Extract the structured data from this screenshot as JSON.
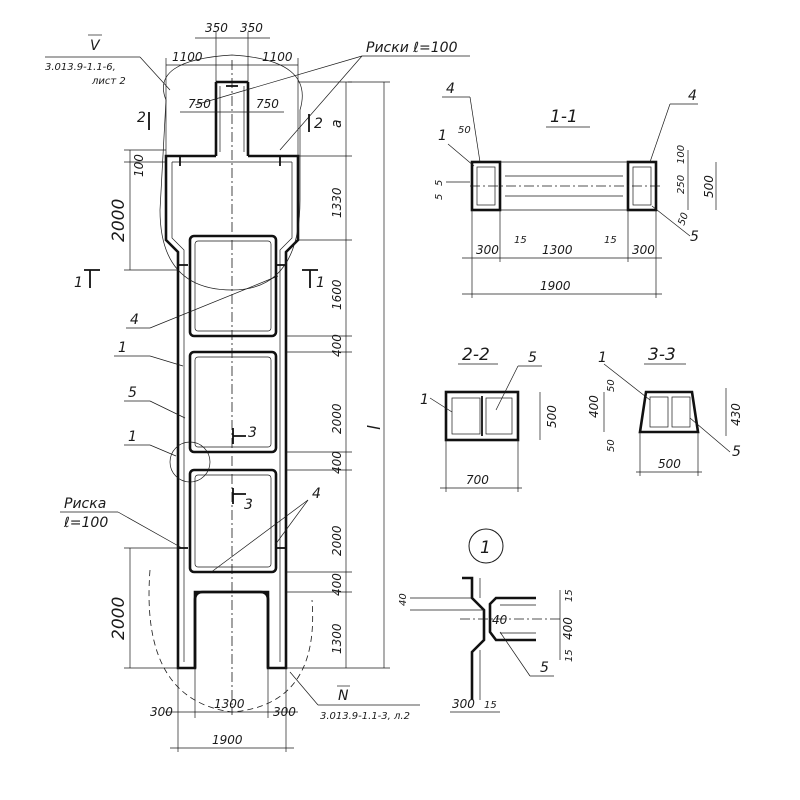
{
  "drawing": {
    "main": {
      "top_dims": [
        "350",
        "350",
        "1100",
        "1100",
        "750",
        "750"
      ],
      "right_dims": [
        "a",
        "1330",
        "1600",
        "400",
        "2000",
        "400",
        "2000",
        "400",
        "1300"
      ],
      "right_total": "l",
      "left_dims": [
        "100",
        "2000",
        "2000"
      ],
      "bottom_dims": [
        "300",
        "1300",
        "300",
        "1900"
      ],
      "ref_top": {
        "mark": "V",
        "doc": "3.013.9-1.1-6,",
        "sheet": "лист 2"
      },
      "ref_bottom": {
        "mark": "N",
        "doc": "3.013.9-1.1-3, л.2"
      },
      "riski_top": "Риски  ℓ=100",
      "riska_side_1": "Риска",
      "riska_side_2": "ℓ=100",
      "sec_2_left": "2",
      "sec_2_right": "2",
      "sec_1_left": "1",
      "sec_1_right": "1",
      "sec_3_a": "3",
      "sec_3_b": "3",
      "callouts": {
        "c4a": "4",
        "c1a": "1",
        "c5": "5",
        "c1b": "1",
        "c4b": "4"
      }
    },
    "section_1_1": {
      "title": "1-1",
      "dims": [
        "50",
        "5",
        "5",
        "100",
        "250",
        "500",
        "50",
        "15",
        "1300",
        "15",
        "300",
        "300",
        "1900"
      ],
      "callouts": [
        "4",
        "4",
        "1",
        "5"
      ]
    },
    "section_2_2": {
      "title": "2-2",
      "dims": [
        "500",
        "700"
      ],
      "callouts": [
        "1",
        "5"
      ]
    },
    "section_3_3": {
      "title": "3-3",
      "dims": [
        "50",
        "400",
        "50",
        "430",
        "500"
      ],
      "callouts": [
        "1",
        "5"
      ]
    },
    "detail_1": {
      "title": "1",
      "dims": [
        "40",
        "40",
        "15",
        "400",
        "15",
        "300",
        "15"
      ],
      "callouts": [
        "5"
      ]
    }
  }
}
